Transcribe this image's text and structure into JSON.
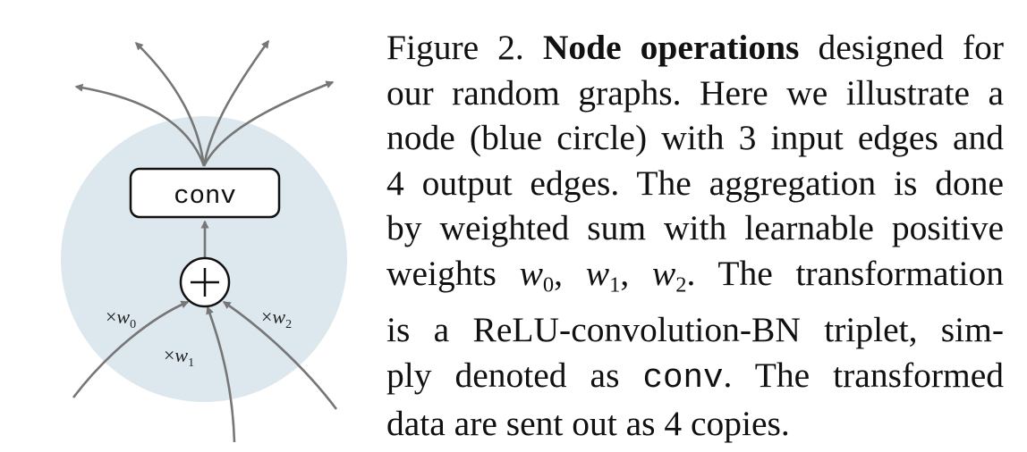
{
  "figure": {
    "box_label": "conv",
    "sum_symbol": "+",
    "weight_labels": [
      {
        "times": "×",
        "var": "w",
        "sub": "0"
      },
      {
        "times": "×",
        "var": "w",
        "sub": "1"
      },
      {
        "times": "×",
        "var": "w",
        "sub": "2"
      }
    ],
    "colors": {
      "node_fill": "#dde7ee",
      "edge": "#767676",
      "box_stroke": "#111111",
      "box_fill": "#ffffff"
    }
  },
  "caption": {
    "fig_label": "Figure 2.",
    "title": "Node operations",
    "t1": " designed for",
    "line2": "our random graphs. Here we illustrate a",
    "line3": "node (blue circle) with 3 input edges and",
    "line4": "4 output edges. The aggregation is done",
    "line5": "by weighted sum with learnable positive",
    "line6_pre": "weights ",
    "w_var": "w",
    "w0_sub": "0",
    "w1_sub": "1",
    "w2_sub": "2",
    "comma": ", ",
    "line6_post": ". The transformation",
    "line7": "is a ReLU-convolution-BN triplet, sim-",
    "line8_pre": "ply denoted as ",
    "code": "conv",
    "line8_post": ". The transformed",
    "line9": "data are sent out as 4 copies."
  }
}
